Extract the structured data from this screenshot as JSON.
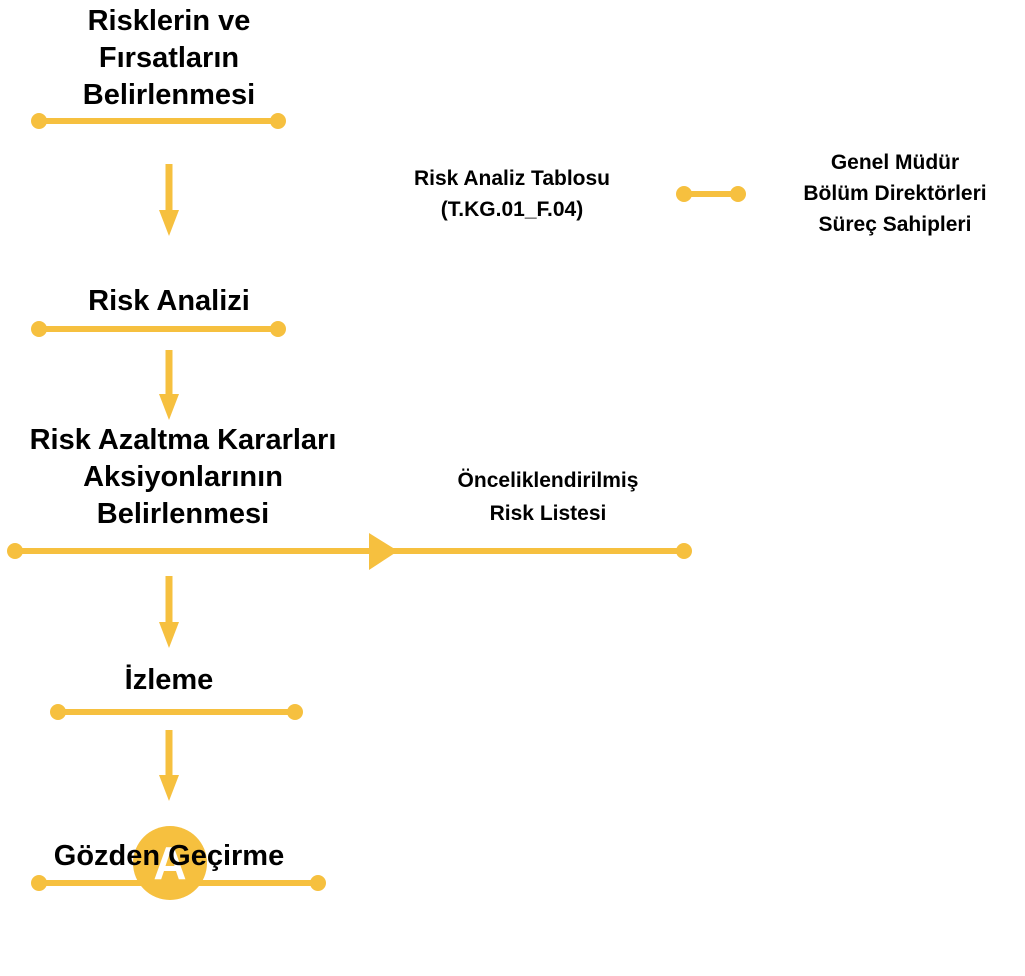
{
  "steps": {
    "s1": {
      "line1": "Risklerin ve",
      "line2": "Fırsatların",
      "line3": "Belirlenmesi"
    },
    "s2": {
      "line1": "Risk Analizi"
    },
    "s3": {
      "line1": "Risk Azaltma Kararları",
      "line2": "Aksiyonlarının",
      "line3": "Belirlenmesi"
    },
    "s4": {
      "line1": "İzleme"
    },
    "s5": {
      "line1": "Gözden Geçirme"
    }
  },
  "document": {
    "line1": "Risk Analiz Tablosu",
    "line2": "(T.KG.01_F.04)"
  },
  "responsible": {
    "line1": "Genel Müdür",
    "line2": "Bölüm Direktörleri",
    "line3": "Süreç Sahipleri"
  },
  "output": {
    "line1": "Önceliklendirilmiş",
    "line2": "Risk Listesi"
  },
  "connector": {
    "label": "A"
  },
  "colors": {
    "accent": "#F6C03F",
    "text": "#000000",
    "background": "#FFFFFF"
  }
}
